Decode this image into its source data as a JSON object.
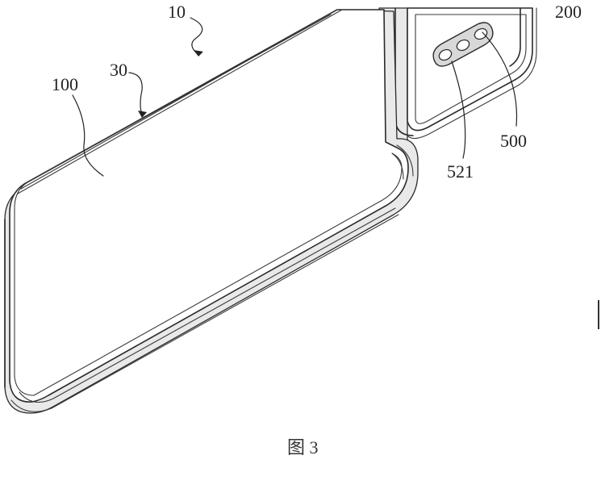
{
  "figure": {
    "caption": "图 3",
    "labels": {
      "device": "10",
      "display_body": "100",
      "edge": "30",
      "camera_module": "200",
      "lens": "521",
      "camera_cover": "500"
    }
  }
}
